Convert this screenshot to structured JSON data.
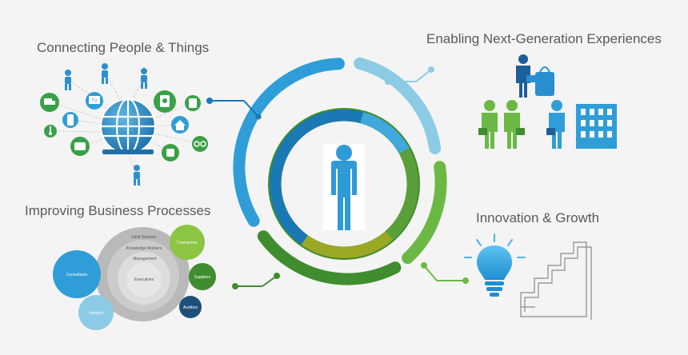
{
  "headings": {
    "connecting": "Connecting People & Things",
    "enabling": "Enabling Next-Generation Experiences",
    "improving": "Improving Business Processes",
    "innovation": "Innovation & Growth"
  },
  "business_circles": {
    "field_workers": "Field Workers",
    "knowledge_workers": "Knowledge Workers",
    "management": "Management",
    "executives": "Executives",
    "consultants": "Consultants",
    "contractors": "Contractors",
    "suppliers": "Suppliers",
    "auditors": "Auditors",
    "vendors": "Vendors"
  },
  "iot_badges": {
    "tv": "TV"
  },
  "colors": {
    "blue_dark": "#1a78b4",
    "blue_mid": "#2f9ed8",
    "blue_light": "#8ccbe6",
    "green_dark": "#3f8d2e",
    "green_mid": "#6bb944",
    "olive": "#9aa824",
    "navy": "#1d4f7a"
  },
  "icons": [
    "globe-icon",
    "person-icon",
    "business-people-icon",
    "building-icon",
    "lightbulb-icon",
    "stairs-icon",
    "truck-icon",
    "phone-icon",
    "tv-icon",
    "house-icon",
    "watch-icon",
    "glasses-icon",
    "wallet-icon",
    "thermometer-icon",
    "book-icon",
    "calculator-icon"
  ]
}
